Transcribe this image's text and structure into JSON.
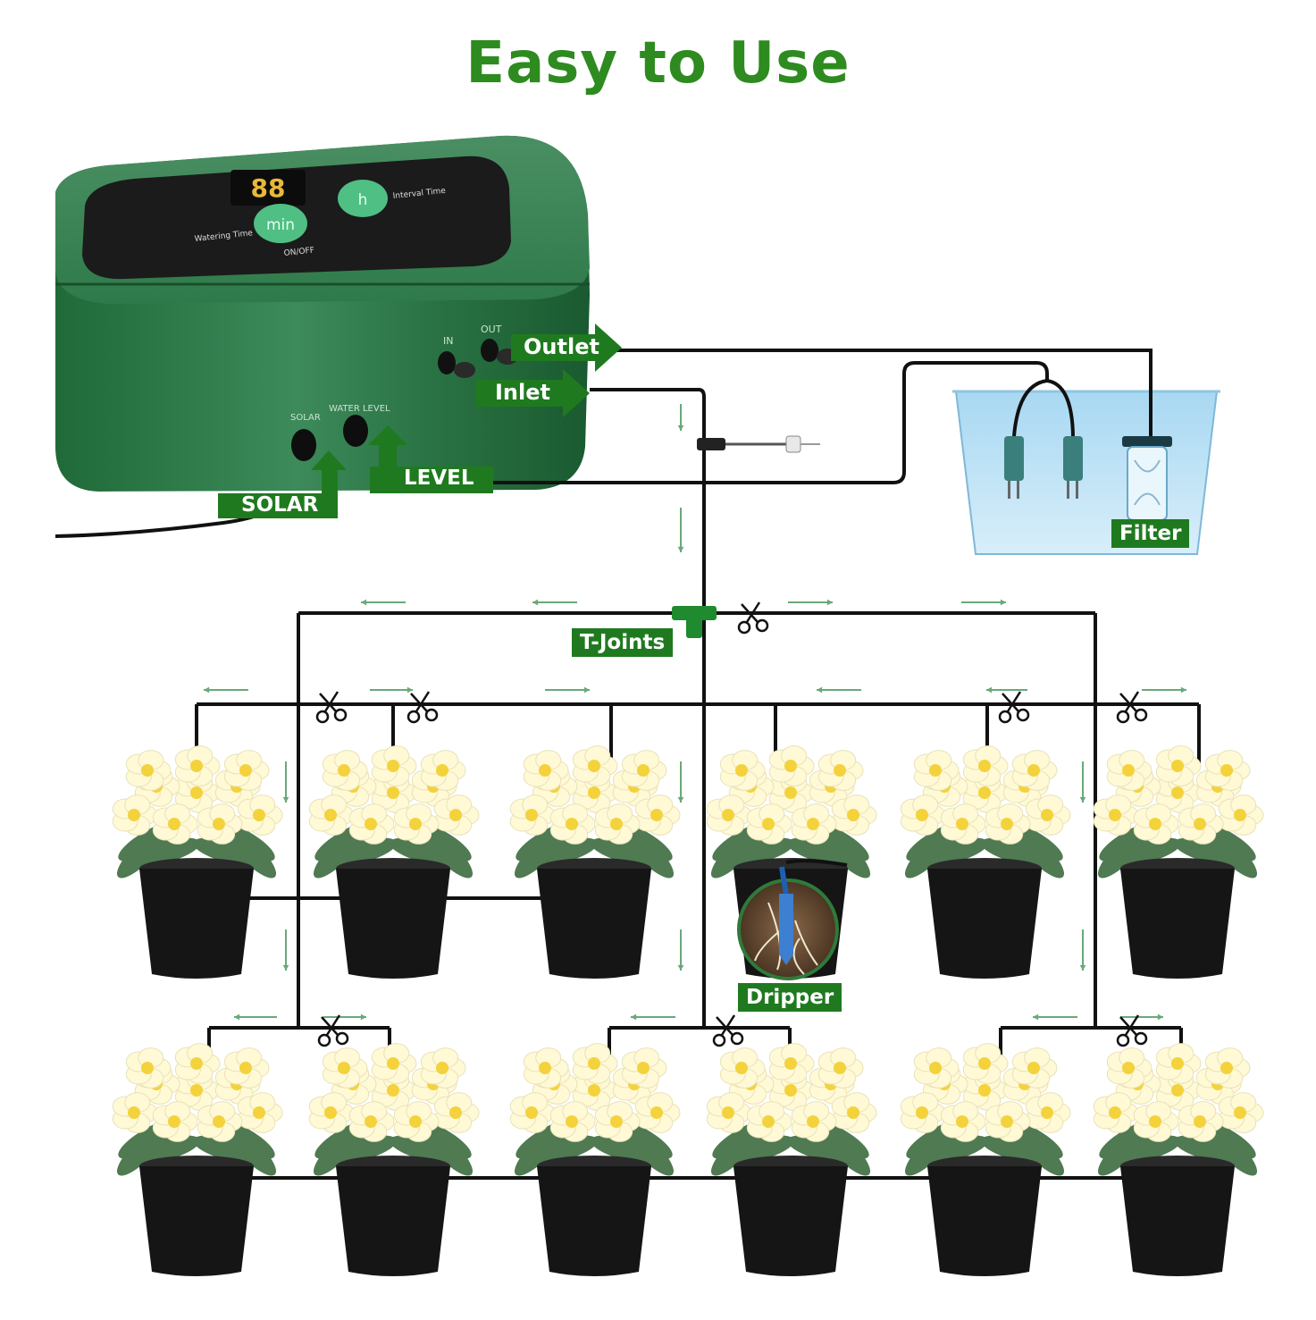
{
  "title": "Easy to Use",
  "device": {
    "display": "88",
    "button_min": "min",
    "button_h": "h",
    "watering_time": "Watering Time",
    "interval_time": "Interval Time",
    "onoff": "ON/OFF",
    "port_in": "IN",
    "port_out": "OUT",
    "port_solar": "SOLAR",
    "port_water_level": "WATER  LEVEL",
    "color": "#2d7a45"
  },
  "labels": {
    "outlet": "Outlet",
    "inlet": "Inlet",
    "level": "LEVEL",
    "solar": "SOLAR",
    "filter": "Filter",
    "t_joints": "T-Joints",
    "dripper": "Dripper"
  },
  "colors": {
    "title": "#2e8b1f",
    "tag": "#1f7a1f",
    "tube": "#111111",
    "flow_arrow": "#6aa87a",
    "water": "#bfe3f7",
    "pot": "#151515",
    "petal": "#fff9d6",
    "flower_center": "#f4d23c",
    "leaf": "#4f7a52"
  },
  "icons": [
    "scissors-icon",
    "flow-arrow-icon",
    "t-joint-icon",
    "dripper-icon",
    "filter-icon",
    "water-level-probe-icon"
  ]
}
